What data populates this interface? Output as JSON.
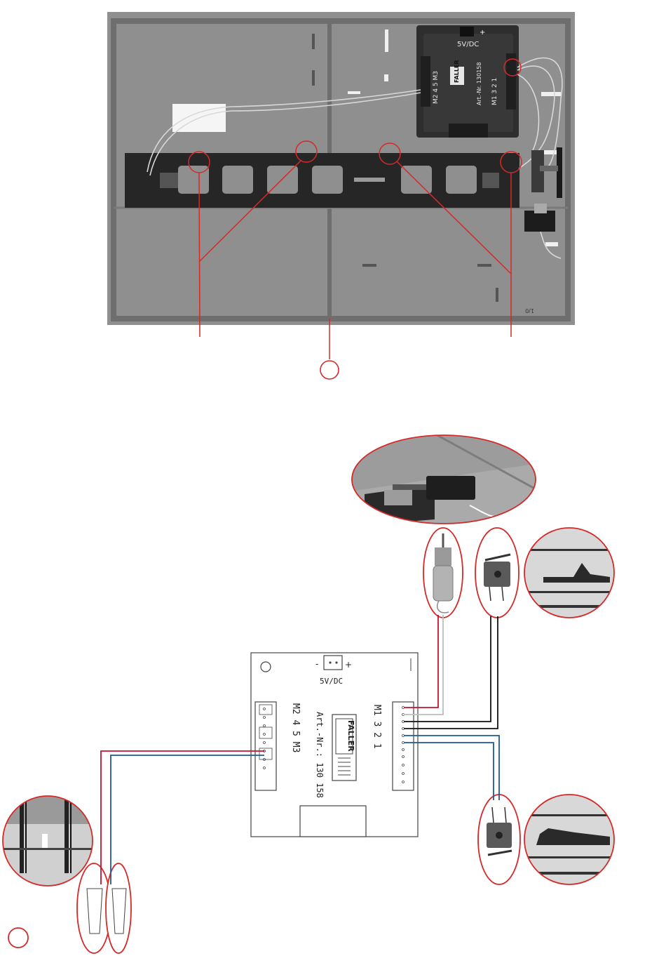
{
  "colors": {
    "callout": "#d42a2a",
    "board": "#8f8f8f",
    "board_dark": "#6e6e6e",
    "rail": "#262626",
    "box": "#2e2e2e",
    "wire_red": "#c8102e",
    "wire_blue": "#1f5a96",
    "wire_black": "#111111",
    "wire_grey": "#bdbdbd"
  },
  "photo": {
    "module_power_label": "5V/DC",
    "module_brand": "FALLER",
    "module_art_no": "Art.-Nr. 130158",
    "plus_sign": "+",
    "pin_labels_left": "M2 4 5 M3",
    "pin_labels_right": "M1 3 2 1",
    "side_marks": "1/0"
  },
  "schematic": {
    "power_label": "5V/DC",
    "minus_sign": "-",
    "plus_sign": "+",
    "brand": "FALLER",
    "art_no": "Art.-Nr.: 130 158",
    "left_labels": "M2 4 5 M3",
    "right_labels": "M1 3 2 1"
  },
  "icons": [
    "info-circle-icon",
    "callout-circle-icon",
    "motor-icon",
    "microswitch-icon",
    "reed-contact-icon"
  ]
}
